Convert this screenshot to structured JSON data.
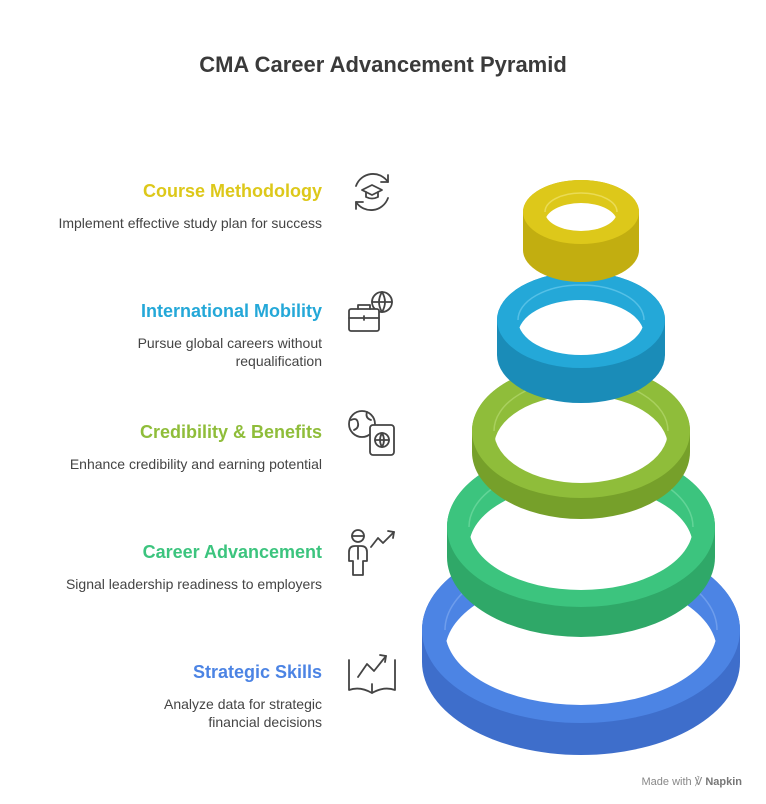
{
  "title": "CMA Career Advancement Pyramid",
  "levels": [
    {
      "title": "Course Methodology",
      "desc": "Implement effective study plan for success",
      "color": "#DDC81A",
      "icon": "graduation-cap-cycle-icon"
    },
    {
      "title": "International Mobility",
      "desc": "Pursue global careers without requalification",
      "color": "#24A8D8",
      "icon": "briefcase-globe-icon"
    },
    {
      "title": "Credibility & Benefits",
      "desc": "Enhance credibility and earning potential",
      "color": "#8FBD3A",
      "icon": "globe-passport-icon"
    },
    {
      "title": "Career Advancement",
      "desc": "Signal leadership readiness to employers",
      "color": "#3CC47E",
      "icon": "person-growth-icon"
    },
    {
      "title": "Strategic Skills",
      "desc": "Analyze data for strategic financial decisions",
      "color": "#4C84E4",
      "icon": "book-chart-icon"
    }
  ],
  "watermark": {
    "prefix": "Made with",
    "brand": "Napkin"
  }
}
